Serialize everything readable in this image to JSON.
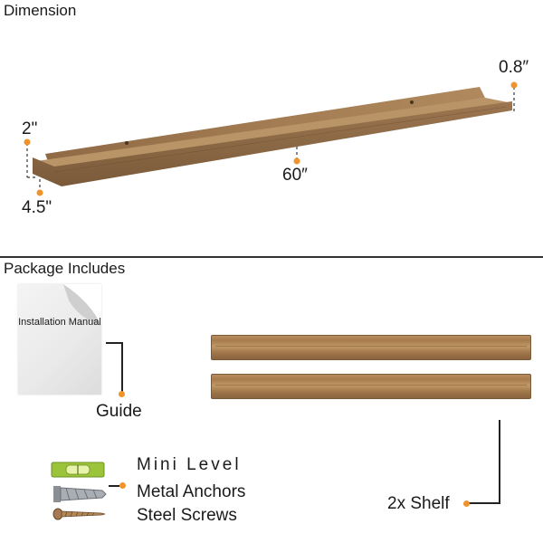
{
  "dimension": {
    "title": "Dimension",
    "height_label": "2\"",
    "depth_label": "4.5\"",
    "length_label": "60″",
    "lip_label": "0.8″"
  },
  "package": {
    "title": "Package Includes",
    "manual_text": "Installation Manual",
    "guide_label": "Guide",
    "mini_level_label": "Mini Level",
    "anchors_label": "Metal Anchors",
    "screws_label": "Steel Screws",
    "shelf_label": "2x Shelf"
  },
  "colors": {
    "accent": "#f0932b",
    "wood": "#a67b4e",
    "level": "#9bc43a"
  }
}
